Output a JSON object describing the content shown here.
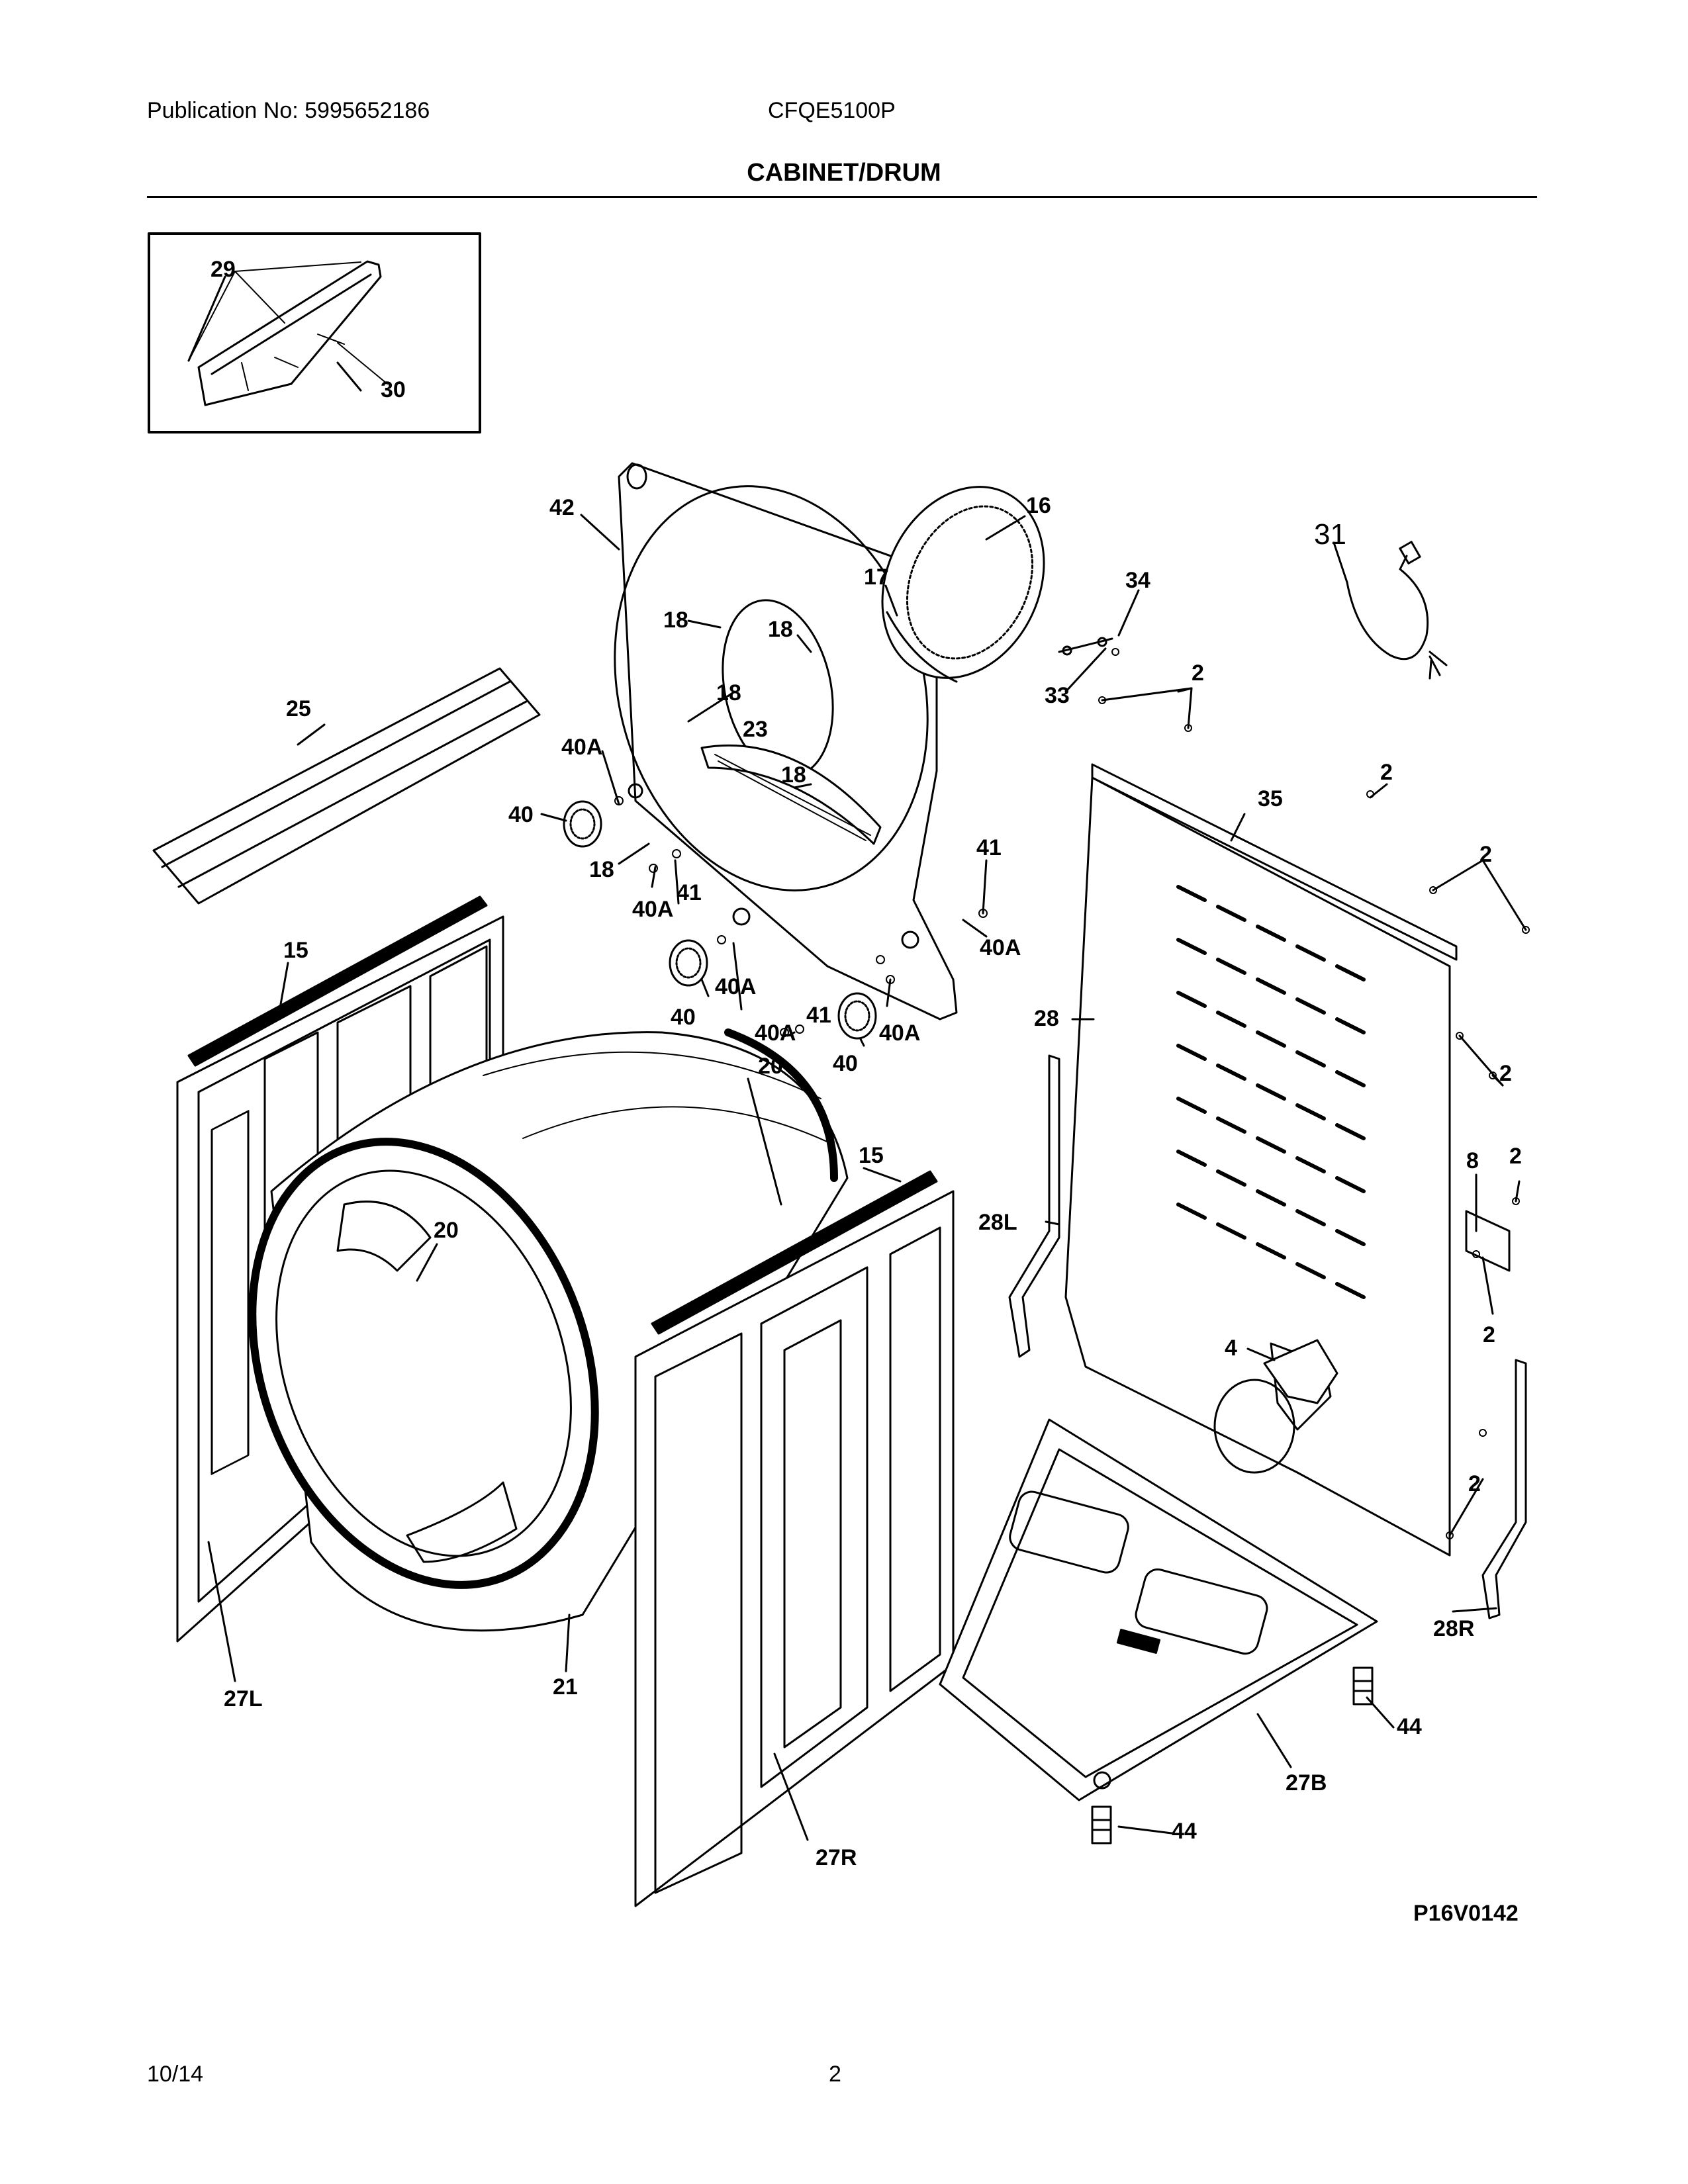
{
  "header": {
    "publication": "Publication No: 5995652186",
    "model": "CFQE5100P",
    "title": "CABINET/DRUM"
  },
  "diagram": {
    "drawing_code": "P16V0142",
    "part_labels": [
      "29",
      "30",
      "42",
      "16",
      "31",
      "17",
      "34",
      "18",
      "33",
      "2",
      "25",
      "23",
      "40A",
      "40",
      "41",
      "35",
      "15",
      "20",
      "28",
      "28L",
      "8",
      "4",
      "27L",
      "21",
      "27R",
      "27B",
      "44",
      "28R"
    ]
  },
  "footer": {
    "date": "10/14",
    "page": "2"
  }
}
